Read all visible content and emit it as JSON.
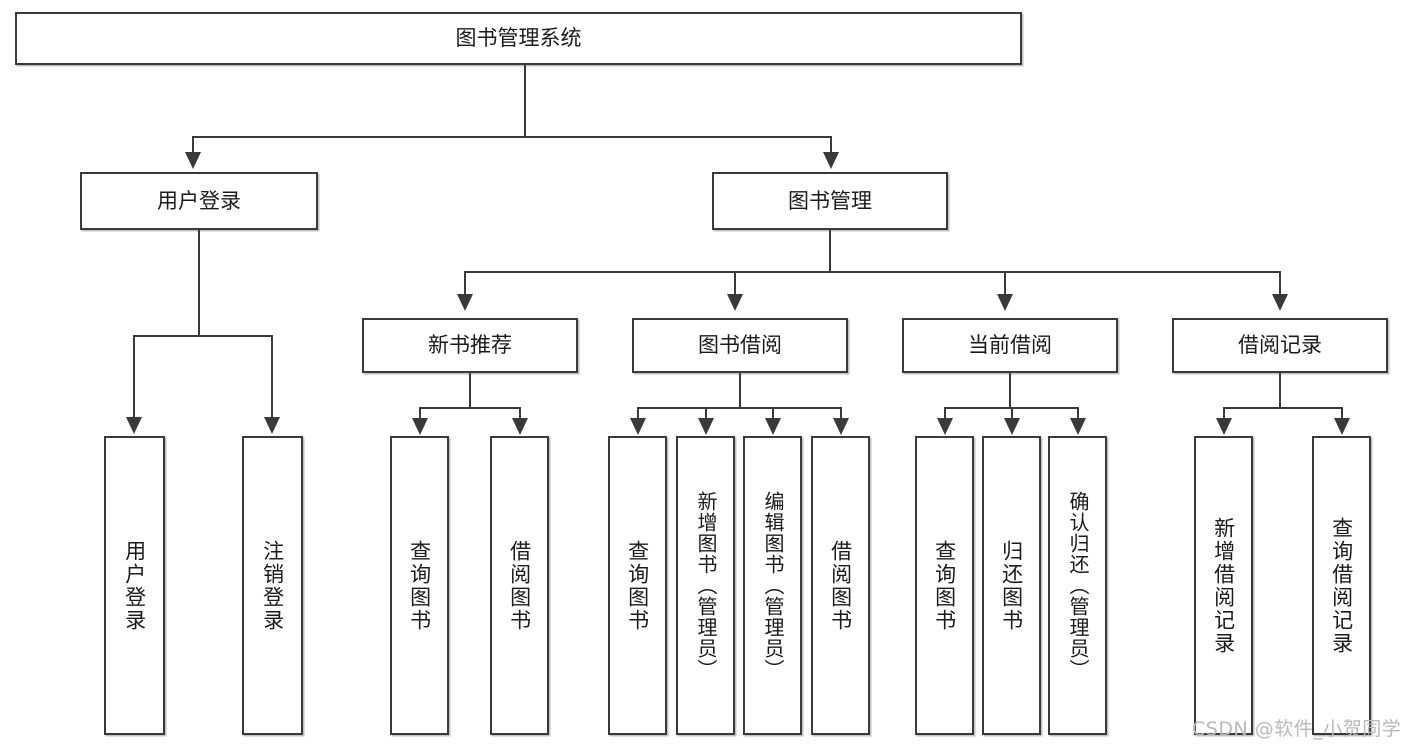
{
  "diagram": {
    "type": "tree-hierarchy",
    "root": {
      "label": "图书管理系统"
    },
    "level2": [
      {
        "label": "用户登录"
      },
      {
        "label": "图书管理"
      }
    ],
    "level3": [
      {
        "label": "新书推荐"
      },
      {
        "label": "图书借阅"
      },
      {
        "label": "当前借阅"
      },
      {
        "label": "借阅记录"
      }
    ],
    "leaves": {
      "user_login": [
        {
          "label": "用户登录"
        },
        {
          "label": "注销登录"
        }
      ],
      "new_book_recommend": [
        {
          "label": "查询图书"
        },
        {
          "label": "借阅图书"
        }
      ],
      "book_borrow": [
        {
          "label": "查询图书"
        },
        {
          "label": "新增图书（管理员）"
        },
        {
          "label": "编辑图书（管理员）"
        },
        {
          "label": "借阅图书"
        }
      ],
      "current_borrow": [
        {
          "label": "查询图书"
        },
        {
          "label": "归还图书"
        },
        {
          "label": "确认归还（管理员）"
        }
      ],
      "borrow_record": [
        {
          "label": "新增借阅记录"
        },
        {
          "label": "查询借阅记录"
        }
      ]
    }
  },
  "watermark": {
    "text": "CSDN @软件_小贺同学"
  },
  "colors": {
    "line": "#3a3a3a",
    "box_fill": "#ffffff",
    "text": "#1b1b1b",
    "watermark": "#b9b9b9"
  }
}
